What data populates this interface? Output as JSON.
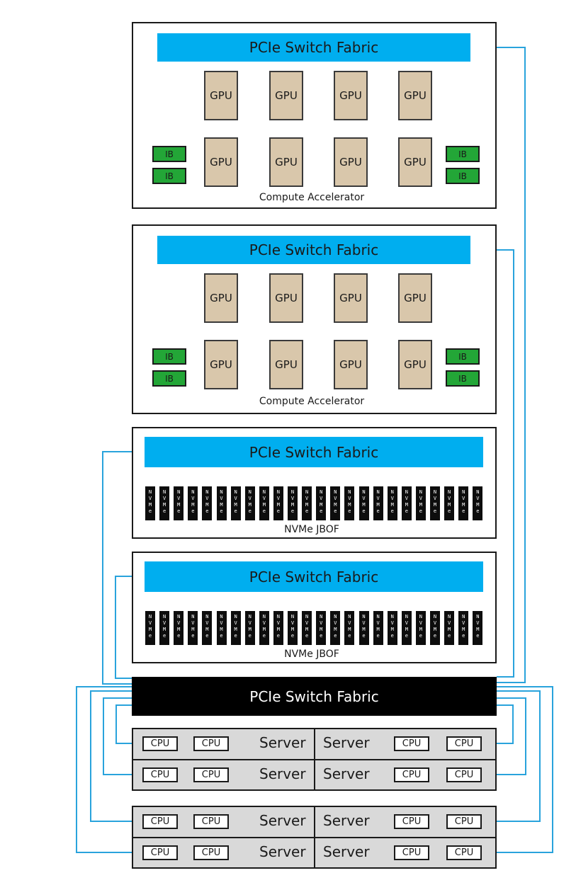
{
  "diagram": {
    "fabric_label": "PCIe Switch Fabric",
    "gpu_label": "GPU",
    "ib_label": "IB",
    "nvme_letters": [
      "N",
      "V",
      "M",
      "e"
    ],
    "cpu_label": "CPU",
    "server_label": "Server",
    "compute_caption": "Compute Accelerator",
    "jbof_caption": "NVMe JBOF",
    "colors": {
      "fabric": "#00aeef",
      "gpu": "#d9c7ab",
      "ib": "#23a637",
      "nvme": "#0d0d0d",
      "server_tray": "#d9d9d9",
      "wire": "#29a3dc",
      "host_fabric": "#000000"
    },
    "counts": {
      "gpus_per_accelerator": 8,
      "ib_per_accelerator": 4,
      "nvme_per_jbof": 24,
      "servers": 8,
      "cpus_per_server": 2
    }
  }
}
